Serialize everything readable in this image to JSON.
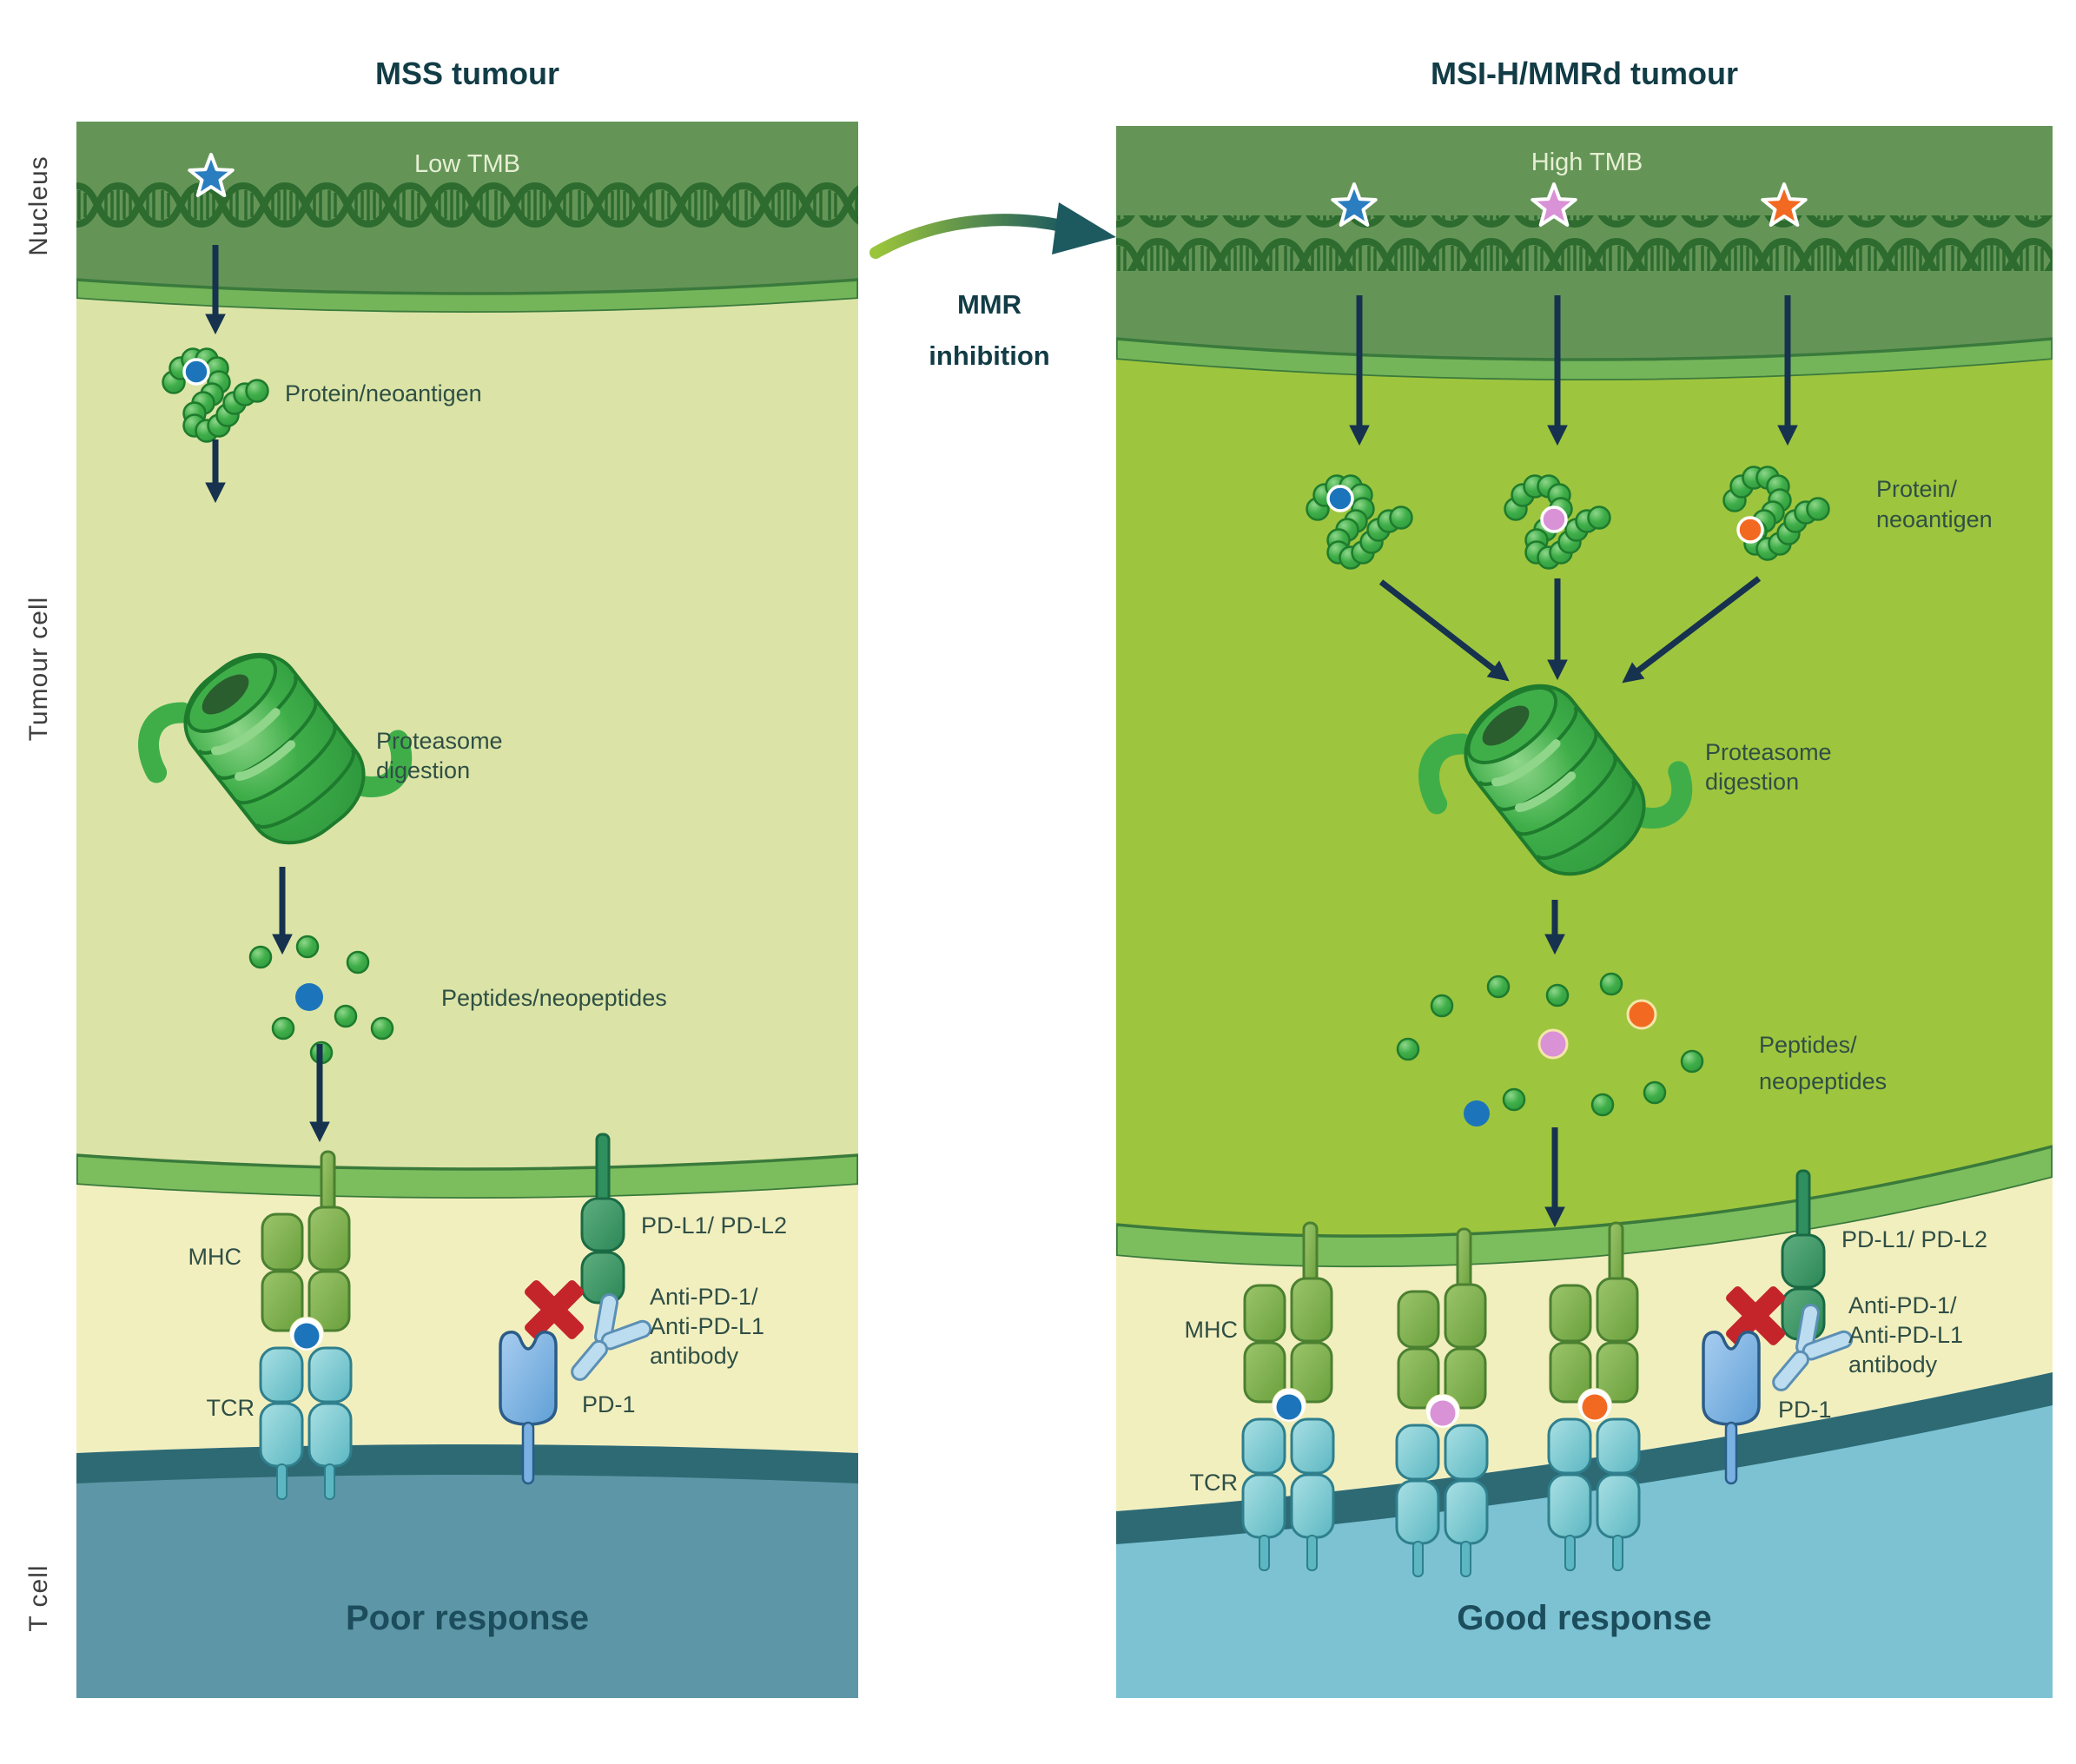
{
  "side_labels": {
    "nucleus": "Nucleus",
    "tumour_cell": "Tumour cell",
    "t_cell": "T cell"
  },
  "middle": {
    "arrow_label_line1": "MMR",
    "arrow_label_line2": "inhibition"
  },
  "left": {
    "title": "MSS tumour",
    "tmb": "Low TMB",
    "protein_label": "Protein/neoantigen",
    "proteasome_line1": "Proteasome",
    "proteasome_line2": "digestion",
    "peptides_label": "Peptides/neopeptides",
    "mhc": "MHC",
    "tcr": "TCR",
    "pdl": "PD-L1/ PD-L2",
    "anti_line1": "Anti-PD-1/",
    "anti_line2": "Anti-PD-L1",
    "anti_line3": "antibody",
    "pd1": "PD-1",
    "response": "Poor response"
  },
  "right": {
    "title": "MSI-H/MMRd tumour",
    "tmb": "High TMB",
    "protein_line1": "Protein/",
    "protein_line2": "neoantigen",
    "proteasome_line1": "Proteasome",
    "proteasome_line2": "digestion",
    "peptides_line1": "Peptides/",
    "peptides_line2": "neopeptides",
    "mhc": "MHC",
    "tcr": "TCR",
    "pdl": "PD-L1/ PD-L2",
    "anti_line1": "Anti-PD-1/",
    "anti_line2": "Anti-PD-L1",
    "anti_line3": "antibody",
    "pd1": "PD-1",
    "response": "Good response"
  },
  "colors": {
    "nucleus": "#649557",
    "dna": "#2d6b2f",
    "left_cell": "#dbe4a6",
    "right_cell": "#9ec53e",
    "membrane": "#7cbd5d",
    "membrane_edge": "#3a7a3b",
    "synapse": "#f2efbf",
    "t_membrane": "#2d6a74",
    "t_cell_left": "#5d96a6",
    "t_cell_right": "#7cc2d3",
    "arrow": "#16324f",
    "title_text": "#123c46",
    "label_text": "#2f4f45",
    "tmb_text": "#e6efd3",
    "response_text": "#1c4d5c",
    "star_blue": "#2a7ec0",
    "star_pink": "#d992d6",
    "star_orange": "#f26a21",
    "bead_green": "#3fae49",
    "red_x": "#c4252b"
  }
}
